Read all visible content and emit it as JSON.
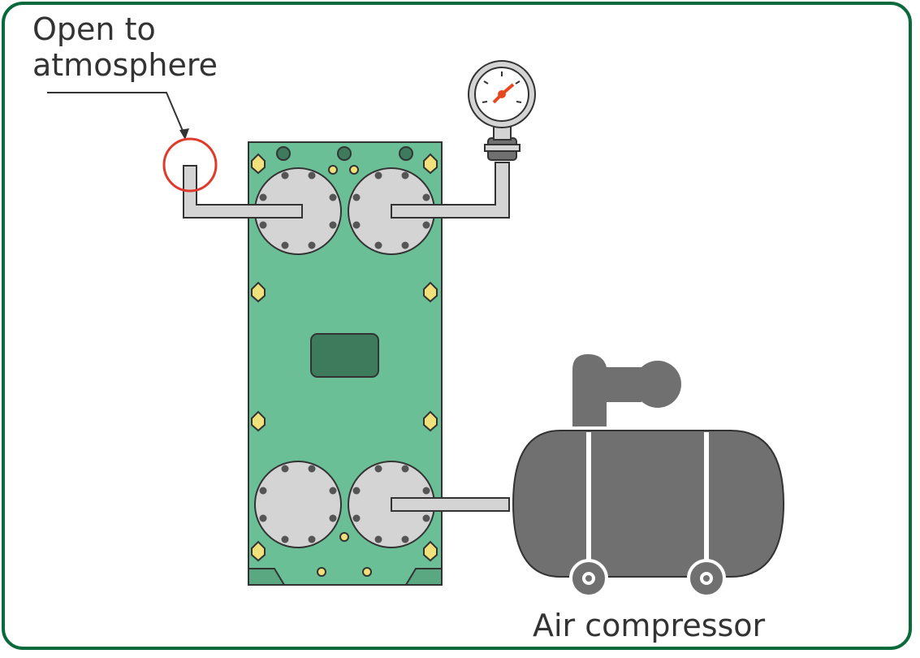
{
  "labels": {
    "open_line1": "Open to",
    "open_line2": "atmosphere",
    "air_compressor": "Air compressor"
  },
  "colors": {
    "frame_border": "#0a6a3c",
    "plate_green": "#6bbf96",
    "plate_dark": "#3e7a5c",
    "port_gray": "#d4d4d4",
    "bolt_yellow": "#f2e07a",
    "compressor_gray": "#707070",
    "highlight_circle": "#e03a2c",
    "gauge_needle": "#e8461e"
  },
  "icons": {
    "gauge": "pressure-gauge-icon",
    "compressor": "air-compressor-icon",
    "heat_exchanger": "plate-heat-exchanger-icon"
  }
}
